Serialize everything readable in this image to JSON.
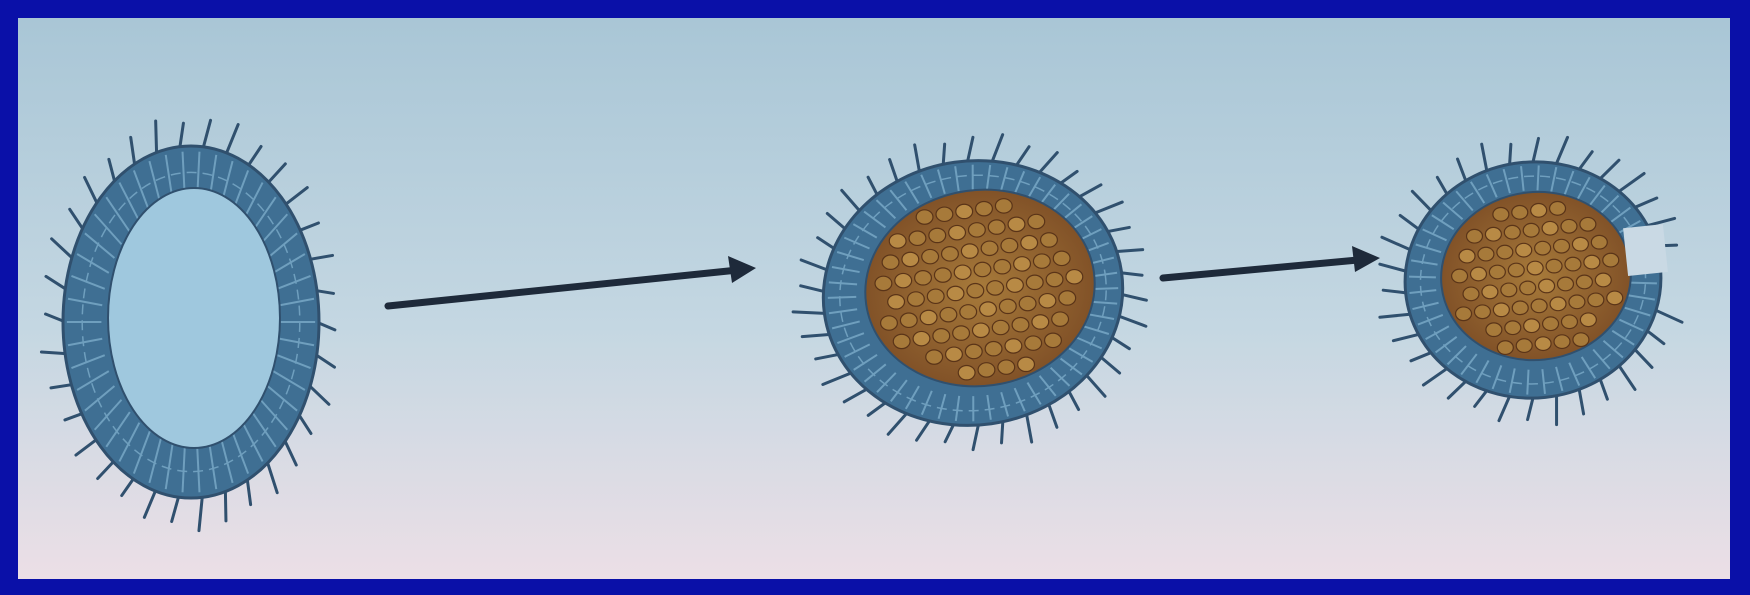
{
  "figure": {
    "stages": [
      {
        "id": "blastula"
      },
      {
        "id": "gastrula-early"
      },
      {
        "id": "gastrula-late"
      }
    ],
    "arrows": [
      {
        "from": "blastula",
        "to": "gastrula-early"
      },
      {
        "from": "gastrula-early",
        "to": "gastrula-late"
      }
    ]
  },
  "colors": {
    "frame": "#0a10a8",
    "background_top": "#a9c6d6",
    "background_bottom": "#ecdfe6",
    "ectoderm": "#3f6f93",
    "ectoderm_light": "#6f9fbe",
    "cavity": "#9fc8de",
    "endoderm": "#7a4a24",
    "endoderm_cell": "#a77a3a",
    "cilia": "#30506e",
    "arrow": "#1e2a3a"
  }
}
